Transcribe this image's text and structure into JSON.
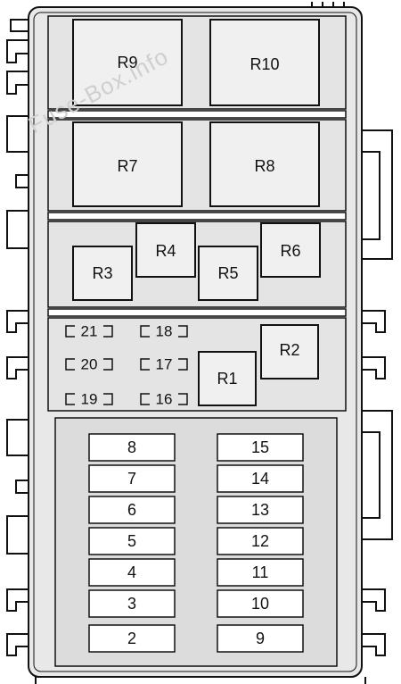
{
  "watermark": "Fuse-Box.info",
  "relays": {
    "r1": "R1",
    "r2": "R2",
    "r3": "R3",
    "r4": "R4",
    "r5": "R5",
    "r6": "R6",
    "r7": "R7",
    "r8": "R8",
    "r9": "R9",
    "r10": "R10"
  },
  "mini_fuses": {
    "f16": "16",
    "f17": "17",
    "f18": "18",
    "f19": "19",
    "f20": "20",
    "f21": "21"
  },
  "fuses": {
    "f2": "2",
    "f3": "3",
    "f4": "4",
    "f5": "5",
    "f6": "6",
    "f7": "7",
    "f8": "8",
    "f9": "9",
    "f10": "10",
    "f11": "11",
    "f12": "12",
    "f13": "13",
    "f14": "14",
    "f15": "15"
  },
  "colors": {
    "line": "#111111",
    "body": "#e8e8e8",
    "panel": "#dcdcdc",
    "component": "#f0f0f0"
  }
}
